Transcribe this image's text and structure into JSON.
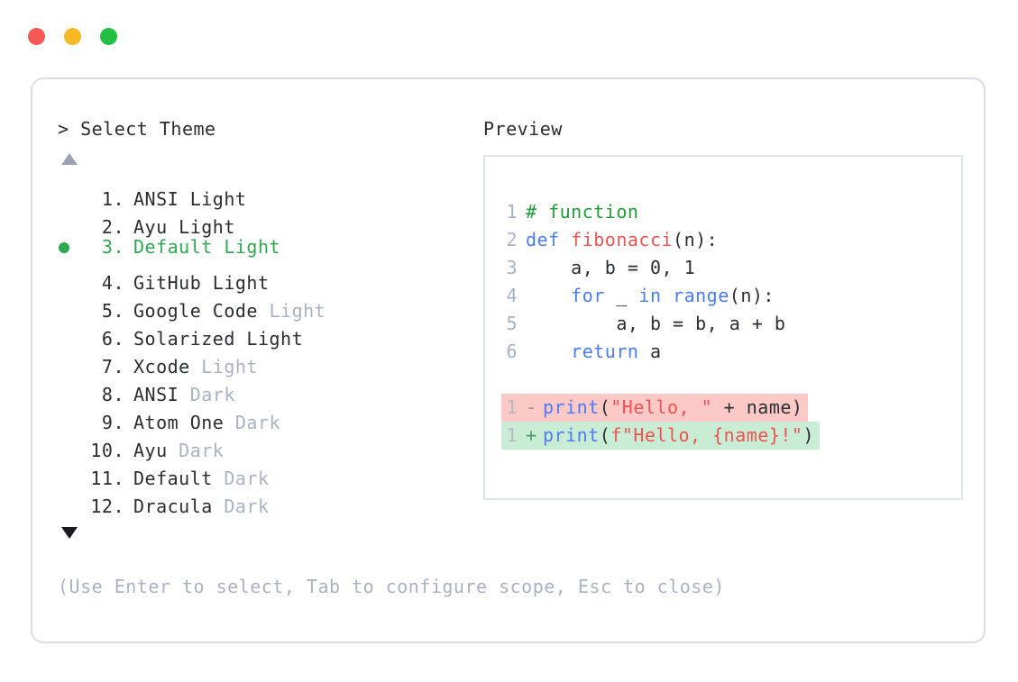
{
  "window": {
    "dots": [
      {
        "name": "close",
        "color": "#f55b54"
      },
      {
        "name": "minimize",
        "color": "#f6b823"
      },
      {
        "name": "maximize",
        "color": "#22bf41"
      }
    ]
  },
  "left_pane": {
    "title": "> Select Theme",
    "scroll_up_indicator": "▲",
    "scroll_down_indicator": "▼",
    "selected_index": 3,
    "selected_bullet": "●",
    "accent_color": "#2fa84f",
    "items": [
      {
        "index": "1.",
        "name": "ANSI",
        "variant": "Light",
        "variant_muted": false,
        "selected": false
      },
      {
        "index": "2.",
        "name": "Ayu",
        "variant": "Light",
        "variant_muted": false,
        "selected": false
      },
      {
        "index": "3.",
        "name": "Default",
        "variant": "Light",
        "variant_muted": false,
        "selected": true
      },
      {
        "index": "4.",
        "name": "GitHub",
        "variant": "Light",
        "variant_muted": false,
        "selected": false
      },
      {
        "index": "5.",
        "name": "Google Code",
        "variant": "Light",
        "variant_muted": true,
        "selected": false
      },
      {
        "index": "6.",
        "name": "Solarized",
        "variant": "Light",
        "variant_muted": false,
        "selected": false
      },
      {
        "index": "7.",
        "name": "Xcode",
        "variant": "Light",
        "variant_muted": true,
        "selected": false
      },
      {
        "index": "8.",
        "name": "ANSI",
        "variant": "Dark",
        "variant_muted": true,
        "selected": false
      },
      {
        "index": "9.",
        "name": "Atom One",
        "variant": "Dark",
        "variant_muted": true,
        "selected": false
      },
      {
        "index": "10.",
        "name": "Ayu",
        "variant": "Dark",
        "variant_muted": true,
        "selected": false
      },
      {
        "index": "11.",
        "name": "Default",
        "variant": "Dark",
        "variant_muted": true,
        "selected": false
      },
      {
        "index": "12.",
        "name": "Dracula",
        "variant": "Dark",
        "variant_muted": true,
        "selected": false
      }
    ]
  },
  "hint": "(Use Enter to select, Tab to configure scope, Esc to close)",
  "right_pane": {
    "title": "Preview",
    "code_lines": [
      {
        "number": "1",
        "tokens": [
          {
            "text": "# function",
            "type": "comment"
          }
        ]
      },
      {
        "number": "2",
        "tokens": [
          {
            "text": "def ",
            "type": "kw"
          },
          {
            "text": "fibonacci",
            "type": "fn"
          },
          {
            "text": "(n):",
            "type": "plain"
          }
        ]
      },
      {
        "number": "3",
        "tokens": [
          {
            "text": "    a, b = 0, 1",
            "type": "plain"
          }
        ]
      },
      {
        "number": "4",
        "tokens": [
          {
            "text": "    ",
            "type": "plain"
          },
          {
            "text": "for",
            "type": "kw"
          },
          {
            "text": " _ ",
            "type": "plain"
          },
          {
            "text": "in",
            "type": "kw"
          },
          {
            "text": " ",
            "type": "plain"
          },
          {
            "text": "range",
            "type": "kw"
          },
          {
            "text": "(n):",
            "type": "plain"
          }
        ]
      },
      {
        "number": "5",
        "tokens": [
          {
            "text": "        a, b = b, a + b",
            "type": "plain"
          }
        ]
      },
      {
        "number": "6",
        "tokens": [
          {
            "text": "    ",
            "type": "plain"
          },
          {
            "text": "return",
            "type": "kw"
          },
          {
            "text": " a",
            "type": "plain"
          }
        ]
      }
    ],
    "diff_lines": [
      {
        "number": "1",
        "sign": "-",
        "kind": "removed",
        "background": "#fcc9c7",
        "tokens": [
          {
            "text": "print",
            "type": "kw"
          },
          {
            "text": "(",
            "type": "plain"
          },
          {
            "text": "\"Hello, \"",
            "type": "str"
          },
          {
            "text": " + name)",
            "type": "plain"
          }
        ]
      },
      {
        "number": "1",
        "sign": "+",
        "kind": "added",
        "background": "#c9ecd4",
        "tokens": [
          {
            "text": "print",
            "type": "kw"
          },
          {
            "text": "(",
            "type": "plain"
          },
          {
            "text": "f\"Hello, {name}!\"",
            "type": "str"
          },
          {
            "text": ")",
            "type": "plain"
          }
        ]
      }
    ]
  }
}
